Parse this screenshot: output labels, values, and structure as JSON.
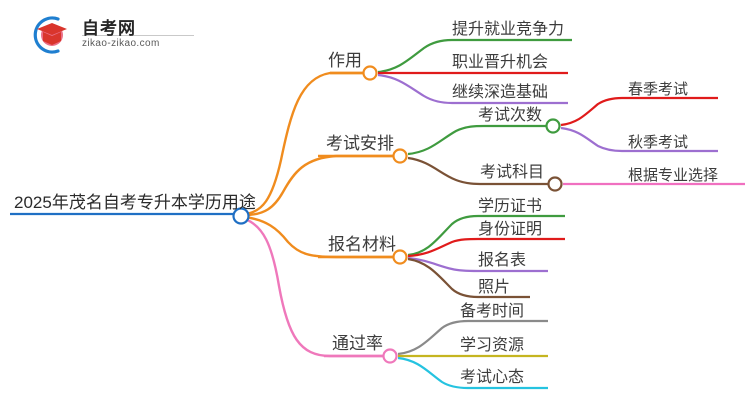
{
  "logo": {
    "name_cn": "自考网",
    "url": "zikao-zikao.com",
    "mark_icon": "graduation-cap-icon",
    "arc_color": "#1f7fd0",
    "cap_color": "#d9352c",
    "cap_shadow_color": "#e0708a"
  },
  "mindmap": {
    "root": {
      "label": "2025年茂名自考专升本学历用途",
      "color": "#1f6fc4"
    },
    "branches": [
      {
        "label": "作用",
        "color": "#f08c1e",
        "children": [
          {
            "label": "提升就业竞争力",
            "color": "#3f9b3f"
          },
          {
            "label": "职业晋升机会",
            "color": "#e01b1b"
          },
          {
            "label": "继续深造基础",
            "color": "#9d6fd0"
          }
        ]
      },
      {
        "label": "考试安排",
        "color": "#f08c1e",
        "children": [
          {
            "label": "考试次数",
            "color": "#3f9b3f",
            "children": [
              {
                "label": "春季考试",
                "color": "#e01b1b"
              },
              {
                "label": "秋季考试",
                "color": "#9d6fd0"
              }
            ]
          },
          {
            "label": "考试科目",
            "color": "#7a5236",
            "children": [
              {
                "label": "根据专业选择",
                "color": "#f070c0"
              }
            ]
          }
        ]
      },
      {
        "label": "报名材料",
        "color": "#f08c1e",
        "children": [
          {
            "label": "学历证书",
            "color": "#3f9b3f"
          },
          {
            "label": "身份证明",
            "color": "#e01b1b"
          },
          {
            "label": "报名表",
            "color": "#9d6fd0"
          },
          {
            "label": "照片",
            "color": "#7a5236"
          }
        ]
      },
      {
        "label": "通过率",
        "color": "#ef78bb",
        "children": [
          {
            "label": "备考时间",
            "color": "#8a8a8a"
          },
          {
            "label": "学习资源",
            "color": "#c5b520"
          },
          {
            "label": "考试心态",
            "color": "#25c3e0"
          }
        ]
      }
    ]
  }
}
